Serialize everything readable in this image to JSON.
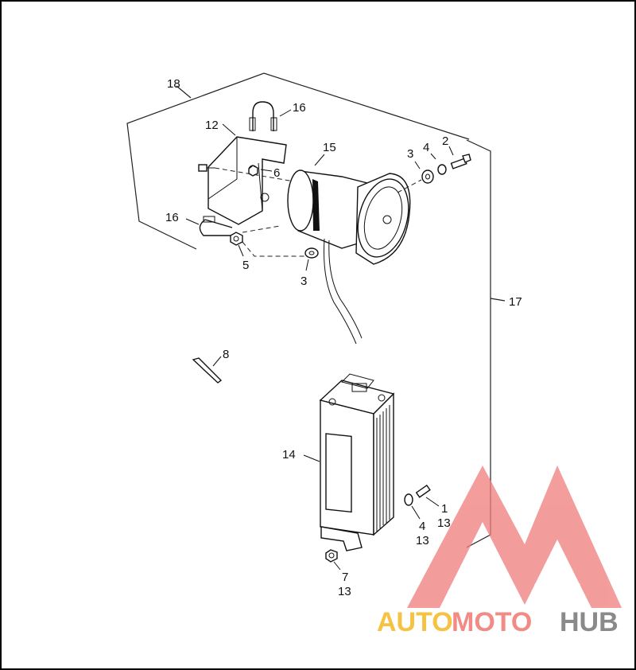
{
  "callouts": {
    "c1": "1",
    "c2": "2",
    "c3a": "3",
    "c3b": "3",
    "c4a": "4",
    "c4b": "4",
    "c5": "5",
    "c6": "6",
    "c7": "7",
    "c8": "8",
    "c12": "12",
    "c13a": "13",
    "c13b": "13",
    "c13c": "13",
    "c14": "14",
    "c15": "15",
    "c16a": "16",
    "c16b": "16",
    "c17": "17",
    "c18": "18"
  },
  "watermark": {
    "part1": "AUTO",
    "part2": "MOTO",
    "part3": "HUB",
    "color1": "#f5c242",
    "color2": "#f28b86",
    "color3": "#8a8a8a",
    "logo_color": "#f07c7c"
  }
}
